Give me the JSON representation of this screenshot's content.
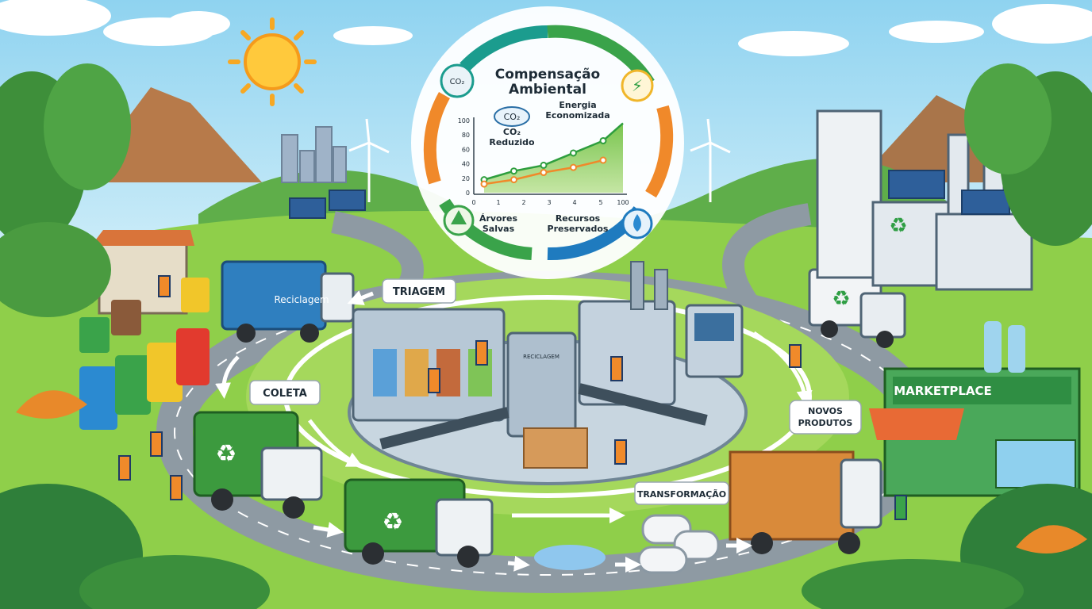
{
  "cycle": {
    "title_line1": "Compensação",
    "title_line2": "Ambiental",
    "co2_badge": "CO₂",
    "co2_cloud": "CO₂",
    "co2_label_line1": "CO₂",
    "co2_label_line2": "Reduzido",
    "energy_line1": "Energia",
    "energy_line2": "Economizada",
    "trees_line1": "Árvores",
    "trees_line2": "Salvas",
    "resources_line1": "Recursos",
    "resources_line2": "Preservados",
    "y_ticks": [
      "100",
      "80",
      "60",
      "40",
      "20",
      "0"
    ],
    "x_ticks": [
      "1",
      "2",
      "3",
      "4",
      "5",
      "100"
    ]
  },
  "chart_data": {
    "type": "line",
    "x": [
      1,
      2,
      3,
      4,
      5
    ],
    "ylim": [
      0,
      100
    ],
    "series": [
      {
        "values": [
          18,
          30,
          38,
          55,
          72
        ],
        "color": "#2e9e3e"
      },
      {
        "values": [
          12,
          18,
          28,
          35,
          45
        ],
        "color": "#f0892a"
      }
    ],
    "colors": {
      "area": "#7cc34a",
      "line_green": "#2e9e3e",
      "line_orange": "#f0892a"
    }
  },
  "stages": {
    "triagem": "TRIAGEM",
    "coleta": "COLETA",
    "novos_line1": "NOVOS",
    "novos_line2": "PRODUTOS",
    "transformacao": "TRANSFORMAÇÃO"
  },
  "labels": {
    "truck_blue": "Reciclagem",
    "marketplace": "MARKETPLACE",
    "machine": "RECICLAGEM"
  },
  "colors": {
    "sky": "#bfe6f5",
    "grass": "#8fcf4a",
    "road": "#8e9aa3",
    "accent_green": "#2f9e44",
    "accent_orange": "#f0892a",
    "accent_blue": "#1f7bbf"
  }
}
